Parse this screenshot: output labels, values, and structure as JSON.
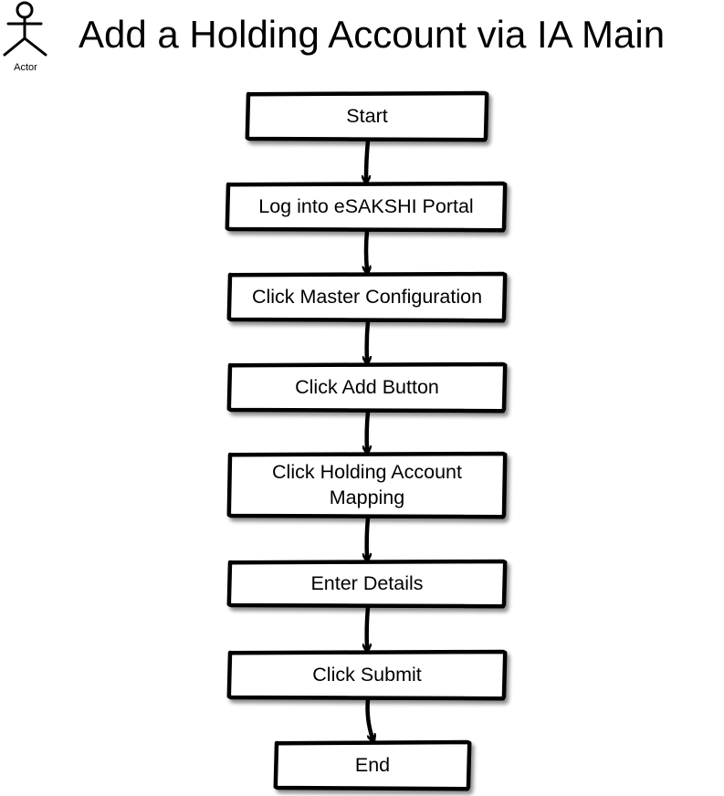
{
  "title": "Add a Holding Account via IA Main",
  "actor": {
    "label": "Actor",
    "icon": "stick-figure-icon"
  },
  "steps": [
    {
      "id": "start",
      "label": "Start"
    },
    {
      "id": "login",
      "label": "Log into eSAKSHI Portal"
    },
    {
      "id": "master-config",
      "label": "Click Master Configuration"
    },
    {
      "id": "add-button",
      "label": "Click Add Button"
    },
    {
      "id": "holding-mapping",
      "label": "Click Holding Account Mapping"
    },
    {
      "id": "enter-details",
      "label": "Enter Details"
    },
    {
      "id": "submit",
      "label": "Click Submit"
    },
    {
      "id": "end",
      "label": "End"
    }
  ],
  "colors": {
    "stroke": "#000000",
    "fill": "#ffffff",
    "text": "#000000"
  }
}
